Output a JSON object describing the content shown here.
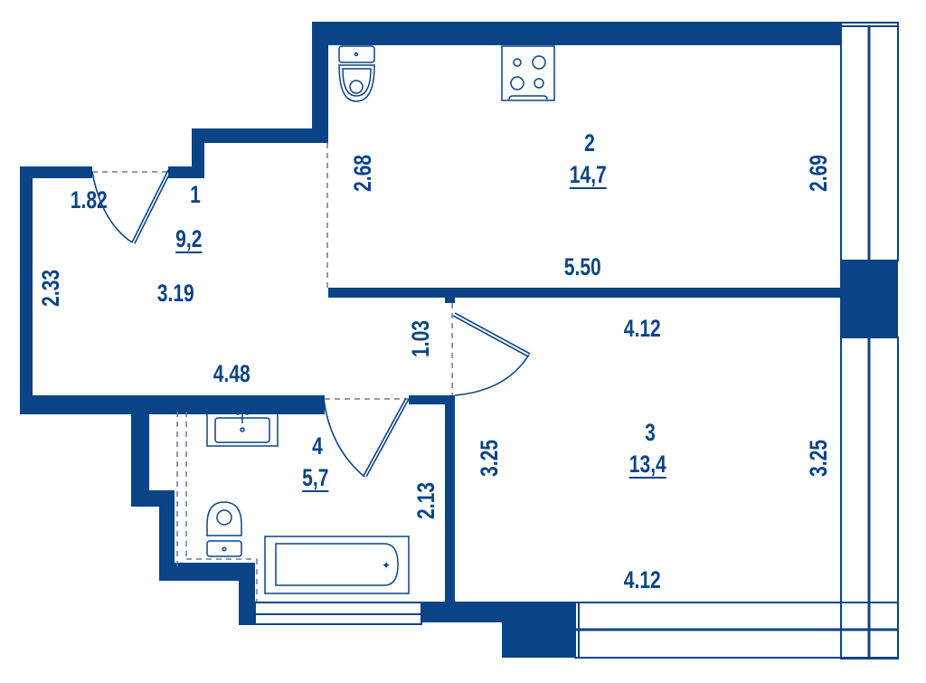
{
  "colors": {
    "wall": "#0b4486",
    "background": "#ffffff",
    "text": "#0b4486"
  },
  "rooms": [
    {
      "number": "1",
      "area": "9,2"
    },
    {
      "number": "2",
      "area": "14,7"
    },
    {
      "number": "3",
      "area": "13,4"
    },
    {
      "number": "4",
      "area": "5,7"
    }
  ],
  "dimensions": {
    "hall_entry_width": "1.82",
    "hall_left_height": "2.33",
    "hall_width": "3.19",
    "hall_bottom_length": "4.48",
    "corridor_door_height": "1.03",
    "kitchen_left_height": "2.68",
    "kitchen_right_height": "2.69",
    "kitchen_length": "5.50",
    "bedroom_top_width": "4.12",
    "bedroom_bottom_width": "4.12",
    "bedroom_left_height": "3.25",
    "bedroom_right_height": "3.25",
    "bathroom_height": "2.13"
  },
  "fixtures": [
    "kitchen-toilet",
    "stove",
    "sink",
    "bathroom-toilet",
    "bathtub"
  ]
}
